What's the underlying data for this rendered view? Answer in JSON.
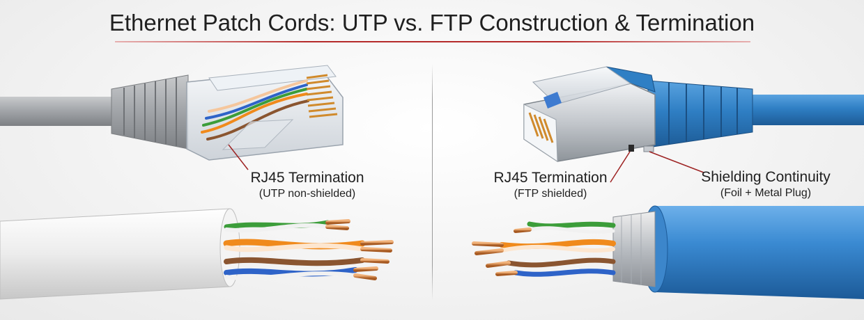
{
  "title": "Ethernet Patch Cords: UTP vs. FTP Construction & Termination",
  "labels": {
    "utp_termination": {
      "main": "RJ45 Termination",
      "sub": "(UTP non-shielded)"
    },
    "ftp_termination": {
      "main": "RJ45 Termination",
      "sub": "(FTP shielded)"
    },
    "shielding": {
      "main": "Shielding Continuity",
      "sub": "(Foil + Metal Plug)"
    }
  },
  "colors": {
    "title_rule": "#b52a2a",
    "leader_line": "#9e2424",
    "utp_jacket": "#9c9fa3",
    "utp_cut_jacket": "#ececec",
    "ftp_jacket": "#2f7fc4",
    "foil": "#c9ccd0",
    "pair_orange": "#f08a1c",
    "pair_green": "#3c9d3a",
    "pair_blue": "#2e63c8",
    "pair_brown": "#8a5530",
    "copper": "#c9773a"
  }
}
